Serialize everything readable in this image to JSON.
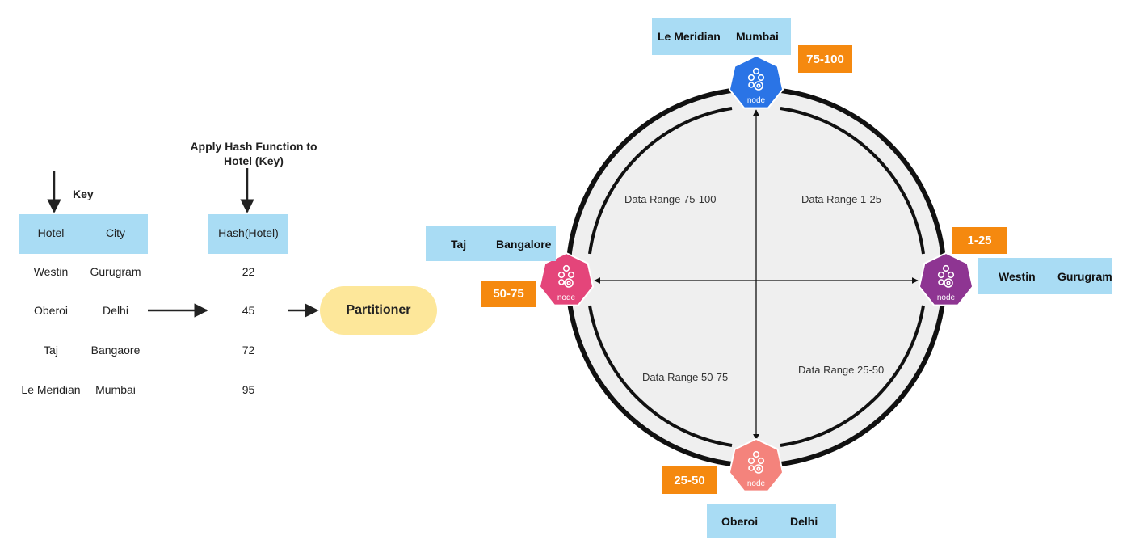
{
  "key_label": "Key",
  "hash_heading": "Apply Hash Function to Hotel (Key)",
  "table": {
    "columns": [
      "Hotel",
      "City"
    ],
    "rows": [
      {
        "hotel": "Westin",
        "city": "Gurugram"
      },
      {
        "hotel": "Oberoi",
        "city": "Delhi"
      },
      {
        "hotel": "Taj",
        "city": "Bangaore"
      },
      {
        "hotel": "Le Meridian",
        "city": "Mumbai"
      }
    ]
  },
  "hash_table": {
    "column": "Hash(Hotel)",
    "values": [
      "22",
      "45",
      "72",
      "95"
    ]
  },
  "partitioner_label": "Partitioner",
  "node_icon_text": "node",
  "nodes": [
    {
      "position": "top",
      "hotel": "Le Meridian",
      "city": "Mumbai",
      "range": "75-100",
      "color": "#2a74e6"
    },
    {
      "position": "right",
      "hotel": "Westin",
      "city": "Gurugram",
      "range": "1-25",
      "color": "#8e3592"
    },
    {
      "position": "bottom",
      "hotel": "Oberoi",
      "city": "Delhi",
      "range": "25-50",
      "color": "#f4837c"
    },
    {
      "position": "left",
      "hotel": "Taj",
      "city": "Bangalore",
      "range": "50-75",
      "color": "#e4457a"
    }
  ],
  "data_ranges": {
    "top_left": "Data Range 75-100",
    "top_right": "Data Range 1-25",
    "bottom_left": "Data Range 50-75",
    "bottom_right": "Data Range 25-50"
  },
  "colors": {
    "header_bg": "#a9dcf4",
    "range_badge": "#f5890f",
    "partitioner_bg": "#fde79a",
    "ring_fill": "#efefef"
  }
}
